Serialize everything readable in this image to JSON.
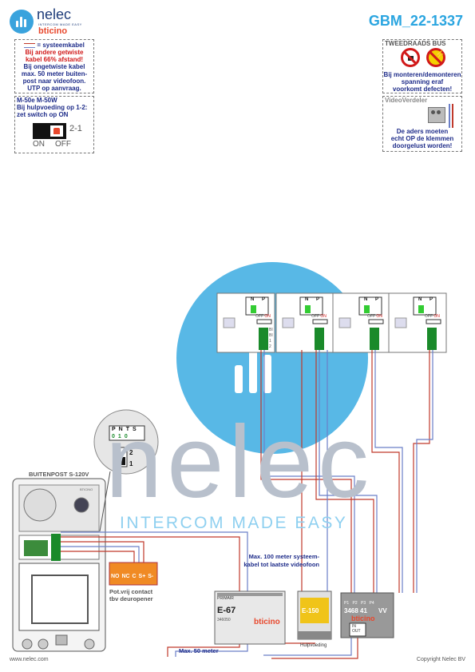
{
  "brand": {
    "name": "nelec",
    "tagline": "INTERCOM MADE EASY",
    "partner": "bticino"
  },
  "document_code": "GBM_22-1337",
  "notes": {
    "systeemkabel": {
      "title": "= systeemkabel",
      "lines": [
        "Bij andere getwiste",
        "kabel 66% afstand!",
        "Bij ongetwiste kabel",
        "max. 50 meter buiten-",
        "post naar videofoon.",
        "UTP op aanvraag."
      ]
    },
    "hulpvoeding": {
      "lines": [
        "M-50e  M-50W",
        "Bij hulpvoeding op 1-2:",
        "zet switch op ON"
      ],
      "switch_label": "2-1",
      "on_label": "ON",
      "off_label": "OFF"
    },
    "tweedraads": {
      "title": "TWEEDRAADS BUS",
      "lines": [
        "Bij monteren/demonteren",
        "spanning eraf",
        "voorkomt defecten!"
      ]
    },
    "videoverdeler": {
      "title": "VideoVerdeler",
      "lines": [
        "De aders moeten",
        "echt OP de klemmen",
        "doorgelust worden!"
      ]
    }
  },
  "watermark": {
    "word": "nelec",
    "tagline": "INTERCOM MADE EASY"
  },
  "diagram": {
    "monitor_np": [
      "N",
      "P"
    ],
    "monitor_switch": [
      "OFF",
      "ON"
    ],
    "monitor_terminals": [
      "BI",
      "BI",
      "1",
      "2"
    ],
    "zoom_terminals": [
      "P",
      "N",
      "T",
      "S"
    ],
    "zoom_values": [
      "0",
      "1",
      "0",
      ""
    ],
    "zoom_switch": [
      "2",
      "1"
    ],
    "outdoor_title": "BUITENPOST S-120V",
    "outdoor_brand": "BTICINO",
    "relay_terminals": [
      "NO",
      "NC",
      "C",
      "S+",
      "S-"
    ],
    "relay_caption": [
      "Pot.vrij contact",
      "tbv deuropener"
    ],
    "distance_caption": [
      "Max. 100 meter systeem-",
      "kabel tot laatste videofoon"
    ],
    "power_supply": {
      "model": "E-67",
      "label_primary": "PRIMAIR",
      "code": "346050",
      "brand": "bticino"
    },
    "aux_supply": {
      "model": "E-150",
      "caption": "Hulpvoeding"
    },
    "distributor": {
      "code": "3468 41",
      "suffix": "VV",
      "ports": [
        "P1",
        "P2",
        "P3",
        "P4"
      ],
      "in_label": "IN",
      "out_label": "OUT",
      "brand": "bticino"
    },
    "max_outdoor": "Max. 50 meter"
  },
  "colors": {
    "accent_blue": "#2aa5e0",
    "brand_red": "#e8482d",
    "text_navy": "#1f2d8a",
    "wire_red": "#c0392b",
    "wire_blue": "#6b7fc8"
  },
  "footer": {
    "left": "www.nelec.com",
    "right": "Copyright Nelec BV"
  }
}
